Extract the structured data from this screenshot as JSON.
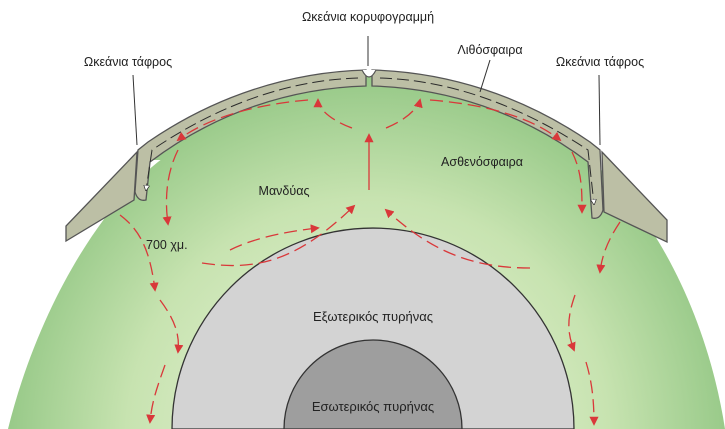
{
  "labels": {
    "ridge": "Ωκεάνια κορυφογραμμή",
    "trench_left": "Ωκεάνια τάφρος",
    "trench_right": "Ωκεάνια τάφρος",
    "lithosphere": "Λιθόσφαιρα",
    "asthenosphere": "Ασθενόσφαιρα",
    "mantle": "Μανδύας",
    "depth": "700 χμ.",
    "outer_core": "Εξωτερικός πυρήνας",
    "inner_core": "Εσωτερικός πυρήνας"
  },
  "colors": {
    "mantle_center": "#f2f7e2",
    "mantle_mid": "#c7e3b0",
    "mantle_edge": "#78b86e",
    "plate_fill": "#bcbfa5",
    "plate_stroke": "#555555",
    "outer_core": "#d3d3d3",
    "inner_core": "#9e9e9e",
    "convection_arrows": "#d9383a"
  }
}
